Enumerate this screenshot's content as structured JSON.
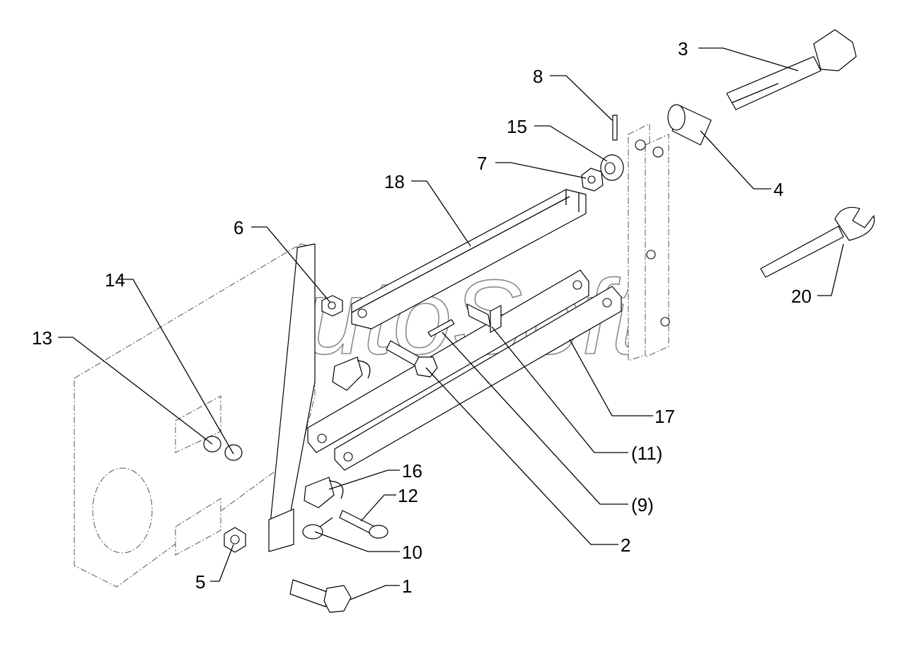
{
  "watermark": "AutoSoft",
  "callouts": [
    "3",
    "8",
    "15",
    "7",
    "18",
    "4",
    "6",
    "14",
    "13",
    "20",
    "17",
    "(11)",
    "16",
    "12",
    "(9)",
    "10",
    "2",
    "5",
    "1"
  ]
}
